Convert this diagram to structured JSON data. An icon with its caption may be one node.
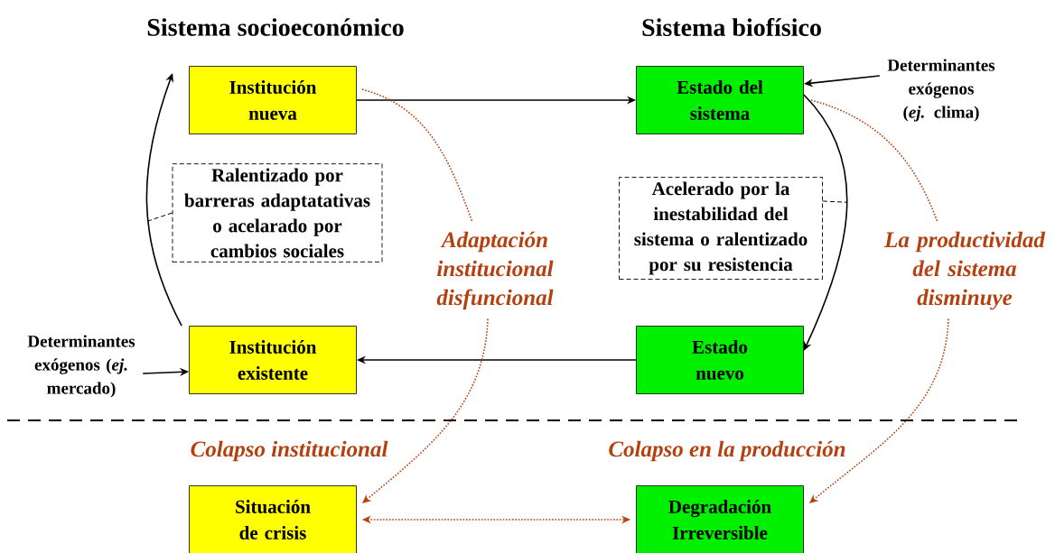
{
  "diagram": {
    "nodes": [
      {
        "text": [
          "Institución nueva"
        ]
      },
      {
        "text": [
          "Estado del sistema"
        ]
      },
      {
        "text": [
          "Determinantes exógenos (*ej.* clima)"
        ]
      },
      {
        "text": [
          "Ralentizado por barreras adaptatativas o acelarado por cambios sociales"
        ]
      },
      {
        "text": [
          "Acelerado por la inestabilidad del sistema o ralentizado por su resistencia"
        ]
      },
      {
        "text": [
          "Institución existente"
        ]
      },
      {
        "text": [
          "Estado nuevo"
        ]
      },
      {
        "text": [
          "Determinantes exógenos (*ej.* mercado)"
        ]
      },
      {
        "text": [
          "Adaptación institucional disfuncional"
        ]
      },
      {
        "text": [
          "La productividad del sistema disminuye"
        ]
      },
      {
        "text": [
          "Situación de crisis"
        ]
      },
      {
        "text": [
          "Degradación Irreversible"
        ]
      }
    ],
    "edges": [
      {
        "from": 0,
        "to": 1,
        "arrow": "to"
      },
      {
        "from": 2,
        "to": 1,
        "arrow": "to"
      },
      {
        "from": 1,
        "to": 6,
        "arrow": "to"
      },
      {
        "from": 6,
        "to": 5,
        "arrow": "to"
      },
      {
        "from": 5,
        "to": 0,
        "arrow": "to"
      },
      {
        "from": 7,
        "to": 5,
        "arrow": "to"
      },
      {
        "from": 3,
        "to": null,
        "arrow": "none",
        "style": "dashed"
      },
      {
        "from": 4,
        "to": null,
        "arrow": "none",
        "style": "dashed"
      },
      {
        "from": 0,
        "to": 8,
        "arrow": "none",
        "style": "dashed",
        "color": "#b5400f"
      },
      {
        "from": 8,
        "to": 10,
        "arrow": "to",
        "style": "dashed",
        "color": "#b5400f"
      },
      {
        "from": 1,
        "to": 9,
        "arrow": "none",
        "style": "dashed",
        "color": "#b5400f"
      },
      {
        "from": 9,
        "to": 11,
        "arrow": "to",
        "style": "dashed",
        "color": "#b5400f"
      },
      {
        "from": 10,
        "to": 11,
        "arrow": "both",
        "style": "dashed",
        "color": "#b5400f"
      }
    ],
    "labels": [
      "Sistema socioeconómico",
      "Sistema biofísico",
      "Colapso institucional",
      "Colapso en la producción"
    ]
  }
}
